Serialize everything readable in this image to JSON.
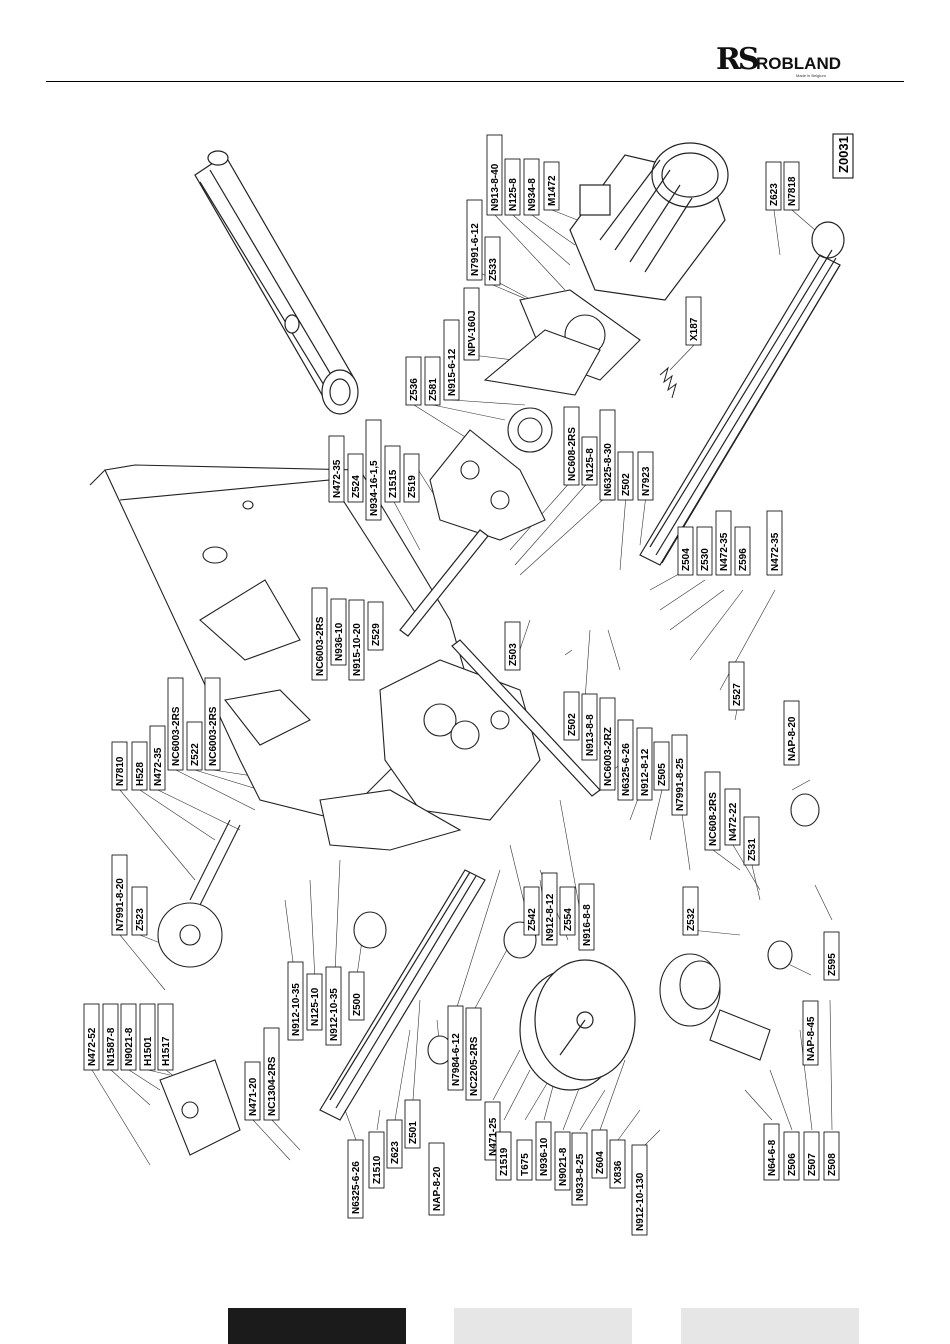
{
  "brand": {
    "logo_mark": "RS",
    "name": "ROBLAND",
    "tagline": "Made in Belgium"
  },
  "drawing_id": "Z0031",
  "parts": [
    "N472-52",
    "N1587-8",
    "N9021-8",
    "H1501",
    "H1517",
    "N7991-8-20",
    "Z523",
    "N7810",
    "H528",
    "N472-35",
    "NC6003-2RS",
    "Z522",
    "NC6003-2RS",
    "N471-20",
    "NC1304-2RS",
    "N912-10-35",
    "N125-10",
    "N912-10-35",
    "Z500",
    "N6325-6-26",
    "Z1510",
    "Z623",
    "Z501",
    "NAP-8-20",
    "N7984-6-12",
    "NC2205-2RS",
    "N471-25",
    "Z542",
    "N912-8-12",
    "Z554",
    "N916-8-8",
    "Z1519",
    "T675",
    "N936-10",
    "N9021-8",
    "N933-8-25",
    "Z604",
    "X836",
    "N912-10-130",
    "N64-6-8",
    "Z506",
    "Z507",
    "Z508",
    "NC6003-2RS",
    "N936-10",
    "N915-10-20",
    "Z529",
    "N472-35",
    "Z524",
    "N934-16-1,5",
    "Z1515",
    "Z519",
    "Z536",
    "Z581",
    "N915-6-12",
    "NPV-160J",
    "N7991-6-12",
    "Z533",
    "N913-8-40",
    "N125-8",
    "N934-8",
    "M1472",
    "NC608-2RS",
    "N125-8",
    "N6325-8-30",
    "Z502",
    "N7923",
    "Z503",
    "Z502",
    "N913-8-8",
    "NC6003-2RZ",
    "N6325-6-26",
    "N912-8-12",
    "Z505",
    "N7991-8-25",
    "Z504",
    "Z530",
    "N472-35",
    "Z596",
    "N472-35",
    "Z527",
    "NAP-8-20",
    "NC608-2RS",
    "N472-22",
    "Z531",
    "Z532",
    "Z595",
    "NAP-8-45",
    "X187",
    "Z623",
    "N7818"
  ]
}
